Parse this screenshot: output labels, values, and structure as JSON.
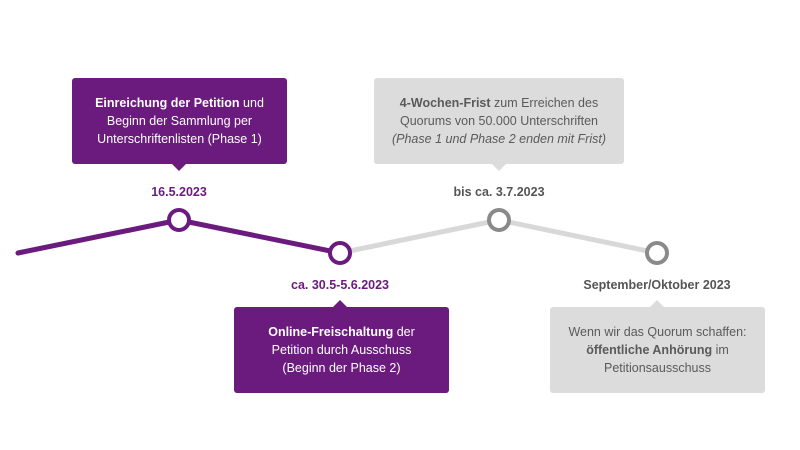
{
  "colors": {
    "purple": "#6b1a7d",
    "grey_box": "#dcdcdc",
    "grey_line": "#d8d8d8",
    "grey_node": "#8a8a8a"
  },
  "milestones": [
    {
      "date": "16.5.2023",
      "box": {
        "bold": "Einreichung der Petition",
        "rest1": " und",
        "line2": "Beginn der Sammlung per",
        "line3": "Unterschriftenlisten (Phase 1)"
      }
    },
    {
      "date": "ca. 30.5-5.6.2023",
      "box": {
        "bold": "Online-Freischaltung",
        "rest1": " der",
        "line2": "Petition durch Ausschuss",
        "line3": "(Beginn der Phase 2)"
      }
    },
    {
      "date": "bis ca. 3.7.2023",
      "box": {
        "bold": "4-Wochen-Frist",
        "rest1": " zum Erreichen des",
        "line2": "Quorums von 50.000 Unterschriften",
        "line3_italic": "(Phase 1 und Phase 2 enden mit Frist)"
      }
    },
    {
      "date": "September/Oktober 2023",
      "box": {
        "line1": "Wenn wir das Quorum schaffen:",
        "bold2": "öffentliche Anhörung",
        "rest2": " im",
        "line3": "Petitionsausschuss"
      }
    }
  ]
}
